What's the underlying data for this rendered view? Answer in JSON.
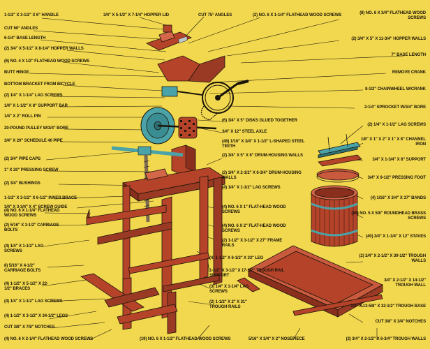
{
  "colors": {
    "background": "#f2d84f",
    "wood": "#b5432a",
    "wood_dark": "#7a2718",
    "wood_light": "#d4664a",
    "metal": "#4aa3a8",
    "metal_dark": "#2d6f73",
    "line": "#1a1408"
  },
  "labels": {
    "handle": "1-1/2\" X 3-1/2\" X 6\" HANDLE",
    "hopper_lid": "3/4\" X 5-1/2\" X 7-1/4\" HOPPER LID",
    "cut_75": "CUT 75° ANGLES",
    "flathead_no2": "(2) NO. 6 X 1-1/4\" FLATHEAD WOOD SCREWS",
    "flathead_no8": "(8) NO. 6 X 3/4\" FLATHEAD WOOD SCREWS",
    "cut_60": "CUT 60° ANGLES",
    "base_length_6": "6-1/4\" BASE LENGTH",
    "hopper_walls_2": "(2) 3/4\" X 5-1/2\" X 8-1/4\" HOPPER WALLS",
    "hopper_walls_r": "(2) 3/4\" X 5\" X 11-3/4\" HOPPER WALLS",
    "base_length_7": "7\" BASE LENGTH",
    "flathead_no6": "(6) NO. 4 X 1/2\" FLATHEAD WOOD SCREWS",
    "butt_hinge": "BUTT HINGE",
    "remove_crank": "REMOVE CRANK",
    "bottom_bracket": "BOTTOM BRACKET FROM BICYCLE",
    "chainwheel": "8-1/2\" CHAINWHEEL W/CRANK",
    "lag_screws_2a": "(2) 1/4\" X 1-1/4\" LAG SCREWS",
    "sprocket": "2-1/4\" SPROCKET W/3/4\" BORE",
    "support_bar": "1/4\" X 1-1/2\" X 8\" SUPPORT BAR",
    "roll_pin": "1/4\" X 2\" ROLL PIN",
    "disks": "(6) 3/4\" X 5\" DISKS GLUED TOGETHER",
    "lag_screws_2b": "(2) 1/4\" X 1-1/2\" LAG SCREWS",
    "pulley": "20-POUND PULLEY W/3/4\" BORE",
    "steel_axle": "3/4\" X 12\" STEEL AXLE",
    "schedule_pipe": "3/4\" X 20\" SCHEDULE 40 PIPE",
    "steel_teeth": "(48) 1/16\" X 3/4\" X 1-1/2\" L-SHAPED STEEL TEETH",
    "channel_iron": "1/8\" X 1\" X 2\" X 1\" X 8\" CHANNEL IRON",
    "pipe_caps": "(2) 3/4\" PIPE CAPS",
    "drum_walls_a": "(2) 3/4\" X 5\" X 6\" DRUM-HOUSING WALLS",
    "pressing_screw": "1\" X 20\" PRESSING SCREW",
    "support_3_4": "3/4\" X 1-3/4\" X 8\" SUPPORT",
    "bushings": "(2) 3/4\" BUSHINGS",
    "drum_walls_b": "(2) 3/4\" X 2-1/2\" X 6-3/4\" DRUM-HOUSING WALLS",
    "pressing_foot": "3/4\" X 9-1/2\" PRESSING FOOT",
    "inner_brace": "1-1/2\" X 3-1/2\" X 6-1/2\" INNER BRACE",
    "lag_screws_4a": "(4) 1/4\" X 1-1/2\" LAG SCREWS",
    "screw_guide": "3/4\" X 3-3/4\" X 4\" SCREW GUIDE",
    "barrels": "(4) 1/16\" X 3/4\" X 37\" BANDS",
    "flathead_4a": "(4) NO. 6 X 1-1/4\" FLATHEAD WOOD SCREWS",
    "flat_head_4b": "(4) NO. 6 X 1\" FLAT-HEAD WOOD SCREWS",
    "roundhead": "(80) NO. 5 X 5/8\" ROUNDHEAD BRASS SCREWS",
    "carriage_bolts_2": "(2) 5/16\" X 3-1/2\" CARRIAGE BOLTS",
    "flat_head_4c": "(4) NO. 6 X 2\" FLAT-HEAD WOOD SCREWS",
    "staves": "(40) 3/4\" X 1-1/4\" X 12\" STAVES",
    "lag_screws_4b": "(4) 1/4\" X 1-1/2\" LAG SCREWS",
    "frame_rails": "(2) 1-1/2\" X 3-1/2\" X 27\" FRAME RAILS",
    "carriage_bolts_8": "8) 5/16\" X 4-1/2\" CARRIAGE BOLTS",
    "leg": "(4) 1-1/2\" X 6-1/2\" X 33\" LEG",
    "trough_walls_30": "(2) 3/4\" X 2-1/2\" X 30-1/2\" TROUGH WALLS",
    "braces": "(4) 1-1/2\" X 5-1/2\" X 22-1/2\" BRACES",
    "trough_rail": "1-1/2\" X 3-1/2\" X 17-1/2\" TROUGH RAIL SUPPORT",
    "trough_walls_14": "3/4\" X 2-1/2\" X 14-1/2\" TROUGH WALL",
    "lag_screws_4c": "(4) 1/4\" X 1-1/2\" LAG SCREWS",
    "lag_screws_3": "(3) 1/4\" X 1-1/4\" LAG SCREWS",
    "legs_4": "(4) 1-1/2\" X 3-1/2\" X 34-1/2\" LEGS",
    "trough_base": "3/4\" X 13-5/8\" X 32-1/2\" TROUGH BASE",
    "trough_rails": "(2) 1-1/2\" X 2\" X 31\" TROUGH RAILS",
    "cut_notches_7": "CUT 3/8\" X 7/8\" NOTCHES",
    "cut_notches_3": "CUT 3/8\" X 3/4\" NOTCHES",
    "flathead_bottom_4": "(4) NO. 6 X 2-1/4\" FLATHEAD WOOD SCREWS",
    "flathead_bottom_19": "(19) NO. 6 X 1-1/2\" FLATHEAD WOOD SCREWS",
    "nosepiece": "5/16\" X 3/4\" X 2\" NOSEPIECE",
    "trough_walls_bottom": "(2) 3/4\" X 2-1/2\" X 6-3/4\" TROUGH WALLS"
  }
}
